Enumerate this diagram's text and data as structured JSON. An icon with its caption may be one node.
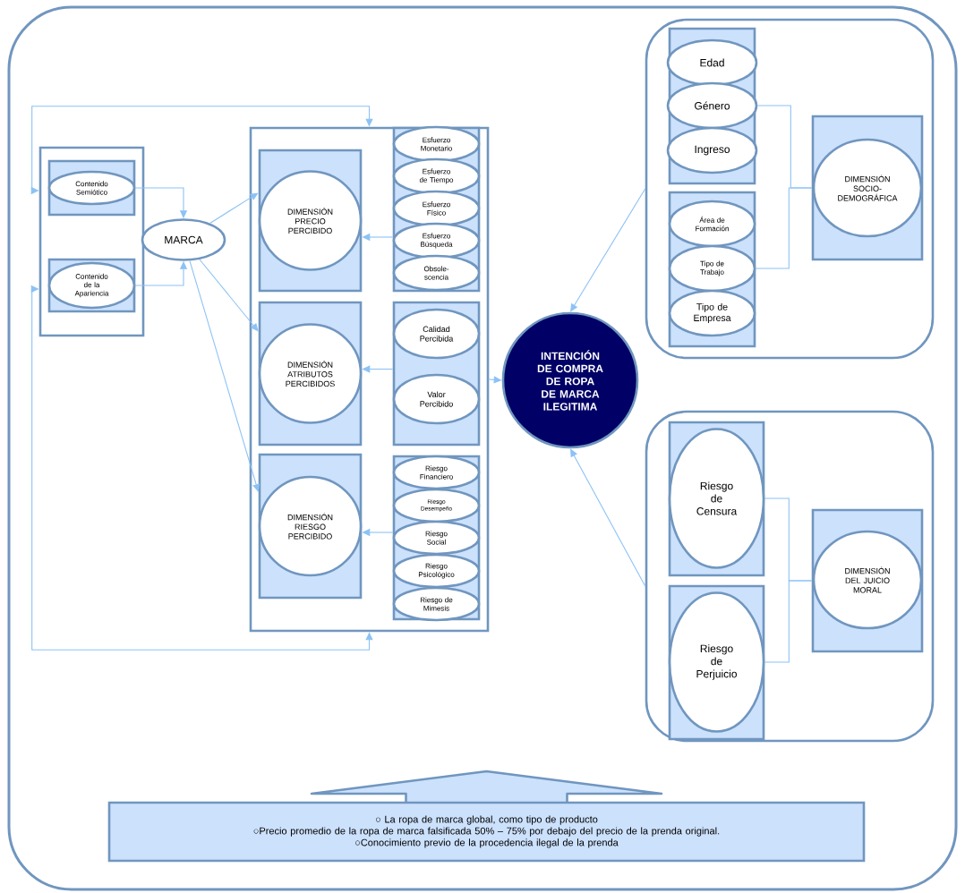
{
  "diagram": {
    "nodes": [
      {
        "text": [],
        "shape": "box"
      },
      {
        "text": [],
        "shape": "box",
        "in": 0
      },
      {
        "text": [
          "Contenido Semiótico"
        ],
        "in": 1
      },
      {
        "text": [],
        "shape": "box",
        "in": 0
      },
      {
        "text": [
          "Contenido de la Apariencia"
        ],
        "in": 3
      },
      {
        "text": [
          "MARCA"
        ]
      },
      {
        "text": [],
        "shape": "box"
      },
      {
        "text": [],
        "shape": "box",
        "in": 6
      },
      {
        "text": [
          "DIMENSIÓN PRECIO PERCIBIDO"
        ],
        "in": 7
      },
      {
        "text": [],
        "shape": "box",
        "in": 6
      },
      {
        "text": [
          "Esfuerzo Monetario"
        ],
        "in": 9
      },
      {
        "text": [
          "Esfuerzo de Tiempo"
        ],
        "in": 9
      },
      {
        "text": [
          "Esfuerzo Físico"
        ],
        "in": 9
      },
      {
        "text": [
          "Esfuerzo Búsqueda"
        ],
        "in": 9
      },
      {
        "text": [
          "Obsole-scencia"
        ],
        "in": 9
      },
      {
        "text": [],
        "shape": "box",
        "in": 6
      },
      {
        "text": [
          "DIMENSIÓN ATRIBUTOS PERCIBIDOS"
        ],
        "in": 15
      },
      {
        "text": [],
        "shape": "box",
        "in": 6
      },
      {
        "text": [
          "Calidad Percibida"
        ],
        "in": 17
      },
      {
        "text": [
          "Valor Percibido"
        ],
        "in": 17
      },
      {
        "text": [],
        "shape": "box",
        "in": 6
      },
      {
        "text": [
          "DIMENSIÓN RIESGO PERCIBIDO"
        ],
        "in": 20
      },
      {
        "text": [],
        "shape": "box",
        "in": 6
      },
      {
        "text": [
          "Riesgo Financiero"
        ],
        "in": 22
      },
      {
        "text": [
          "Riesgo Desempeño"
        ],
        "in": 22
      },
      {
        "text": [
          "Riesgo Social"
        ],
        "in": 22
      },
      {
        "text": [
          "Riesgo Psicológico"
        ],
        "in": 22
      },
      {
        "text": [
          "Riesgo de Mimesis"
        ],
        "in": 22
      },
      {
        "text": [
          "INTENCIÓN DE COMPRA DE ROPA DE MARCA ILEGITIMA"
        ]
      },
      {
        "text": [],
        "shape": "box"
      },
      {
        "text": [],
        "shape": "box",
        "in": 29
      },
      {
        "text": [
          "Edad"
        ],
        "in": 30
      },
      {
        "text": [
          "Género"
        ],
        "in": 30
      },
      {
        "text": [
          "Ingreso"
        ],
        "in": 30
      },
      {
        "text": [],
        "shape": "box",
        "in": 29
      },
      {
        "text": [
          "Área de Formación"
        ],
        "in": 34
      },
      {
        "text": [
          "Tipo de Trabajo"
        ],
        "in": 34
      },
      {
        "text": [
          "Tipo de Empresa"
        ],
        "in": 34
      },
      {
        "text": [],
        "shape": "box",
        "in": 29
      },
      {
        "text": [
          "DIMENSIÓN SOCIO-DEMOGRÁFICA"
        ],
        "in": 38
      },
      {
        "text": [],
        "shape": "box"
      },
      {
        "text": [],
        "shape": "box",
        "in": 40
      },
      {
        "text": [
          "Riesgo de Censura"
        ],
        "in": 41
      },
      {
        "text": [],
        "shape": "box",
        "in": 40
      },
      {
        "text": [
          "Riesgo de Perjuicio"
        ],
        "in": 43
      },
      {
        "text": [],
        "shape": "box",
        "in": 40
      },
      {
        "text": [
          "DIMENSIÓN DEL JUICIO MORAL"
        ],
        "in": 45
      },
      {
        "text": [
          "○ La ropa de marca global, como tipo de producto",
          "○Precio promedio de la ropa de marca falsificada 50% – 75% por debajo del precio de la prenda original.",
          "○Conocimiento previo de la procedencia ilegal de la prenda"
        ]
      }
    ],
    "edges": [
      {
        "from": 2,
        "to": 5,
        "arrow": "to"
      },
      {
        "from": 4,
        "to": 5,
        "arrow": "to"
      },
      {
        "from": 5,
        "to": 7,
        "arrow": "to"
      },
      {
        "from": 5,
        "to": 15,
        "arrow": "to"
      },
      {
        "from": 5,
        "to": 20,
        "arrow": "to"
      },
      {
        "from": 9,
        "to": 7,
        "arrow": "to"
      },
      {
        "from": 17,
        "to": 15,
        "arrow": "to"
      },
      {
        "from": 22,
        "to": 20,
        "arrow": "to"
      },
      {
        "from": 6,
        "to": 28,
        "arrow": "to"
      },
      {
        "from": 29,
        "to": 28,
        "arrow": "to"
      },
      {
        "from": 40,
        "to": 28,
        "arrow": "to"
      },
      {
        "from": 32,
        "to": 38,
        "arrow": "none"
      },
      {
        "from": 36,
        "to": 38,
        "arrow": "none"
      },
      {
        "from": 42,
        "to": 45,
        "arrow": "none"
      },
      {
        "from": 44,
        "to": 45,
        "arrow": "none"
      },
      {
        "from": 0,
        "to": 6,
        "arrow": "both"
      },
      {
        "from": 0,
        "to": 6,
        "arrow": "both"
      }
    ]
  }
}
